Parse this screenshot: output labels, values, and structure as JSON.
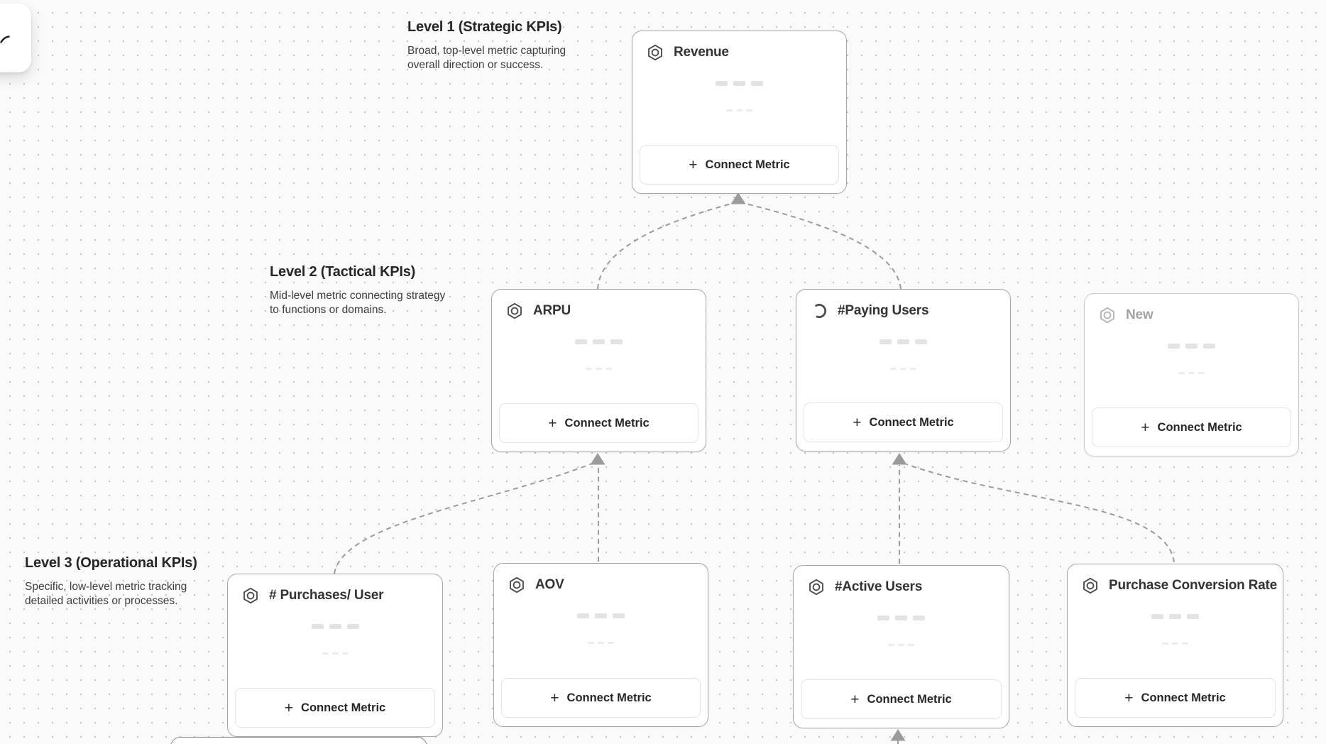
{
  "canvas": {
    "levels": [
      {
        "title": "Level 1 (Strategic KPIs)",
        "description": "Broad, top-level metric capturing overall direction or success."
      },
      {
        "title": "Level 2 (Tactical KPIs)",
        "description": "Mid-level metric connecting strategy to functions or domains."
      },
      {
        "title": "Level 3 (Operational KPIs)",
        "description": "Specific, low-level metric tracking detailed activities or processes."
      }
    ],
    "nodes": {
      "revenue": {
        "title": "Revenue",
        "icon": "hexagon-icon",
        "level": 1,
        "state": "default"
      },
      "arpu": {
        "title": "ARPU",
        "icon": "hexagon-icon",
        "level": 2,
        "state": "default"
      },
      "paying_users": {
        "title": "#Paying Users",
        "icon": "spinner-icon",
        "level": 2,
        "state": "loading"
      },
      "new": {
        "title": "New",
        "icon": "hexagon-icon",
        "level": 2,
        "state": "draft"
      },
      "purchases_per_user": {
        "title": "# Purchases/ User",
        "icon": "hexagon-icon",
        "level": 3,
        "state": "default"
      },
      "aov": {
        "title": "AOV",
        "icon": "hexagon-icon",
        "level": 3,
        "state": "default"
      },
      "active_users": {
        "title": "#Active Users",
        "icon": "hexagon-icon",
        "level": 3,
        "state": "default"
      },
      "purchase_conversion_rate": {
        "title": "Purchase Conversion Rate",
        "icon": "hexagon-icon",
        "level": 3,
        "state": "default"
      }
    },
    "labels": {
      "connect_metric": "Connect Metric",
      "plus": "+"
    },
    "edges": [
      {
        "from": "arpu",
        "to": "revenue"
      },
      {
        "from": "paying_users",
        "to": "revenue"
      },
      {
        "from": "purchases_per_user",
        "to": "arpu"
      },
      {
        "from": "aov",
        "to": "arpu"
      },
      {
        "from": "active_users",
        "to": "paying_users"
      },
      {
        "from": "purchase_conversion_rate",
        "to": "paying_users"
      },
      {
        "from": "offscreen-bottom",
        "to": "active_users"
      }
    ],
    "colors": {
      "background": "#fafafa",
      "grid_dot": "#c7c7c7",
      "card_border": "#a6a6a6",
      "card_border_muted": "#c9c9c9",
      "connector": "#9b9b9b",
      "title_text": "#333333",
      "muted_text": "#a3a3a3",
      "heading_text": "#262626"
    }
  }
}
